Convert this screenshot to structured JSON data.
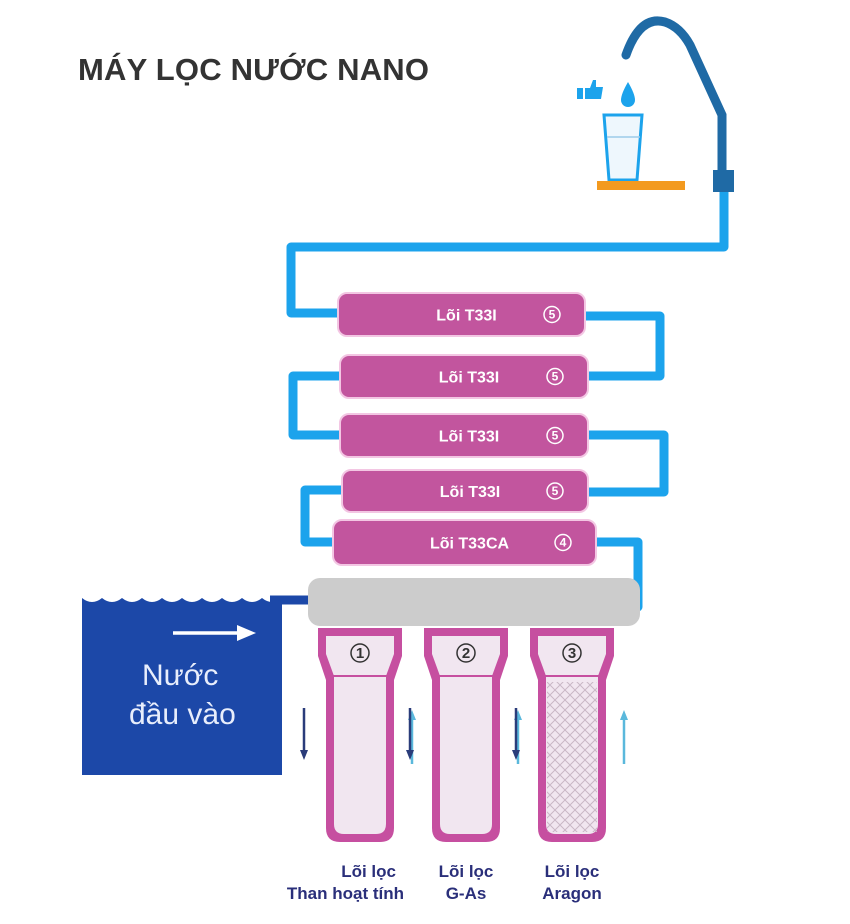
{
  "title": "MÁY LỌC NƯỚC NANO",
  "colors": {
    "pipe": "#1ca3ec",
    "faucet": "#1f6aa5",
    "filter_fill": "#c2559e",
    "filter_stroke": "#f3c6e3",
    "canister_border": "#c64fa0",
    "canister_body": "#f1e6f0",
    "manifold": "#cccccc",
    "inlet_water": "#1c48a8",
    "shelf": "#f39a1f",
    "label_text": "#2a2f7a",
    "title_text": "#333333"
  },
  "faucet": {
    "icons": [
      "thumbs-up-icon",
      "water-drop-icon",
      "glass-icon"
    ]
  },
  "filters": [
    {
      "label": "Lõi T33I",
      "number": "⑤"
    },
    {
      "label": "Lõi T33I",
      "number": "⑤"
    },
    {
      "label": "Lõi T33I",
      "number": "⑤"
    },
    {
      "label": "Lõi T33I",
      "number": "⑤"
    },
    {
      "label": "Lõi T33CA",
      "number": "④"
    }
  ],
  "inlet": {
    "line1": "Nước",
    "line2": "đầu vào"
  },
  "canisters": [
    {
      "number": "①",
      "label_line1": "Lõi lọc",
      "label_line2": "Than hoạt tính",
      "pattern": "plain"
    },
    {
      "number": "②",
      "label_line1": "Lõi lọc",
      "label_line2": "G-As",
      "pattern": "plain"
    },
    {
      "number": "③",
      "label_line1": "Lõi lọc",
      "label_line2": "Aragon",
      "pattern": "mesh"
    }
  ]
}
